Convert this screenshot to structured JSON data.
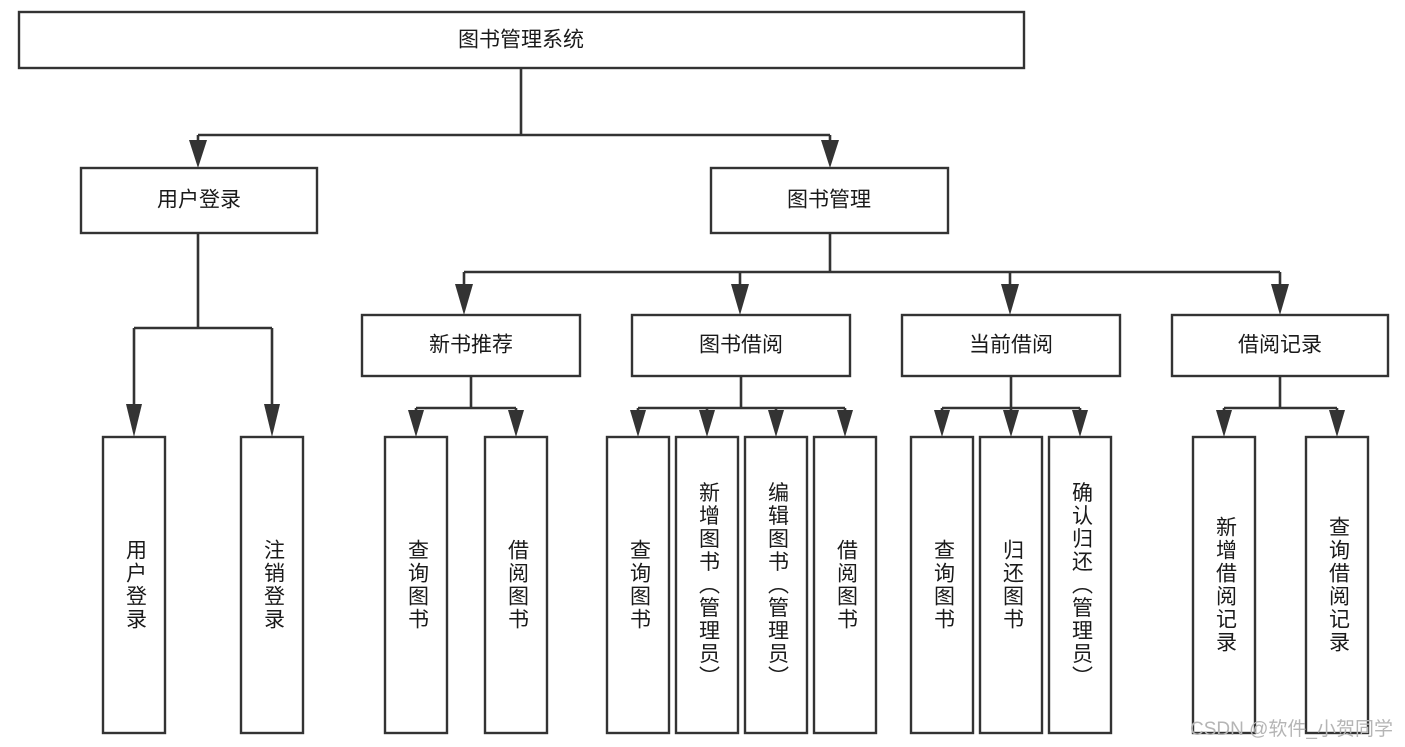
{
  "diagram": {
    "type": "tree-hierarchy-flowchart",
    "title": "图书管理系统",
    "colors": {
      "background": "#ffffff",
      "node_fill": "#ffffff",
      "node_stroke": "#333333",
      "connector": "#333333",
      "text": "#1a1a1a",
      "watermark": "#b5b5b5"
    },
    "levels": {
      "level1": [
        "图书管理系统"
      ],
      "level2": [
        "用户登录",
        "图书管理"
      ],
      "level3": [
        "新书推荐",
        "图书借阅",
        "当前借阅",
        "借阅记录"
      ],
      "level4": [
        "用户登录",
        "注销登录",
        "查询图书",
        "借阅图书",
        "查询图书",
        "新增图书（管理员）",
        "编辑图书（管理员）",
        "借阅图书",
        "查询图书",
        "归还图书",
        "确认归还（管理员）",
        "新增借阅记录",
        "查询借阅记录"
      ]
    }
  },
  "nodes": {
    "root": {
      "label": "图书管理系统"
    },
    "user_login": {
      "label": "用户登录"
    },
    "book_manage": {
      "label": "图书管理"
    },
    "new_book_rec": {
      "label": "新书推荐"
    },
    "book_borrow": {
      "label": "图书借阅"
    },
    "current_borrow": {
      "label": "当前借阅"
    },
    "borrow_record": {
      "label": "借阅记录"
    },
    "leaf_user_login": {
      "label": "用户登录"
    },
    "leaf_logout": {
      "label": "注销登录"
    },
    "leaf_query_book_a": {
      "label": "查询图书"
    },
    "leaf_borrow_book_a": {
      "label": "借阅图书"
    },
    "leaf_query_book_b": {
      "label": "查询图书"
    },
    "leaf_add_book": {
      "label": "新增图书（管理员）"
    },
    "leaf_edit_book": {
      "label": "编辑图书（管理员）"
    },
    "leaf_borrow_book_b": {
      "label": "借阅图书"
    },
    "leaf_query_book_c": {
      "label": "查询图书"
    },
    "leaf_return_book": {
      "label": "归还图书"
    },
    "leaf_confirm_return": {
      "label": "确认归还（管理员）"
    },
    "leaf_add_record": {
      "label": "新增借阅记录"
    },
    "leaf_query_record": {
      "label": "查询借阅记录"
    }
  },
  "watermark": {
    "text": "CSDN @软件_小贺同学"
  }
}
